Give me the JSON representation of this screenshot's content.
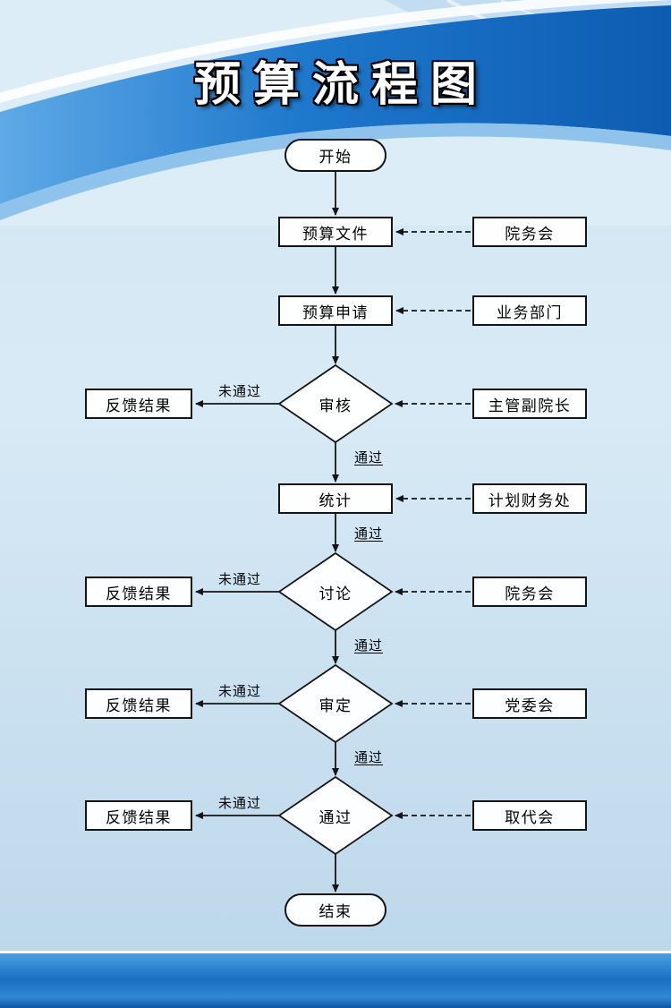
{
  "page": {
    "title": "预算流程图"
  },
  "colors": {
    "band_blue": "#1268be",
    "bar_blue": "#1a6fc2",
    "background": "#d3e7f4"
  },
  "labels": {
    "pass": "通过",
    "fail": "未通过",
    "feedback": "反馈结果"
  },
  "flow": {
    "start": "开始",
    "end": "结束",
    "steps": [
      {
        "label": "预算文件",
        "actor": "院务会"
      },
      {
        "label": "预算申请",
        "actor": "业务部门"
      },
      {
        "label": "审核",
        "actor": "主管副院长"
      },
      {
        "label": "统计",
        "actor": "计划财务处"
      },
      {
        "label": "讨论",
        "actor": "院务会"
      },
      {
        "label": "审定",
        "actor": "党委会"
      },
      {
        "label": "通过",
        "actor": "取代会"
      }
    ]
  }
}
